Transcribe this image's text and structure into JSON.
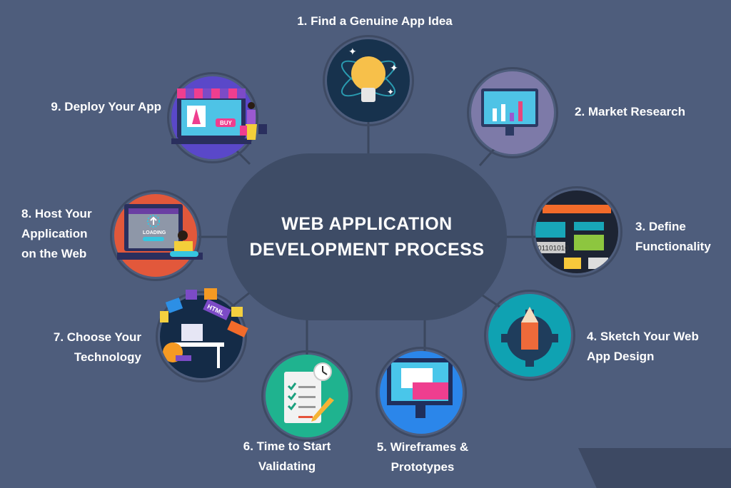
{
  "title": "WEB APPLICATION\nDEVELOPMENT PROCESS",
  "steps": [
    {
      "label": "1. Find a Genuine App Idea",
      "icon": "lightbulb-icon",
      "color": "#17324d"
    },
    {
      "label": "2. Market Research",
      "icon": "presentation-chart-icon",
      "color": "#7d7aa8"
    },
    {
      "label": "3. Define\nFunctionality",
      "icon": "flowchart-icon",
      "color": "#1d2433"
    },
    {
      "label": "4. Sketch Your Web\nApp Design",
      "icon": "pencil-gear-icon",
      "color": "#0fa2b2"
    },
    {
      "label": "5. Wireframes &\nPrototypes",
      "icon": "wireframe-monitor-icon",
      "color": "#2b86ea"
    },
    {
      "label": "6. Time to Start\nValidating",
      "icon": "checklist-clock-icon",
      "color": "#1fb38f"
    },
    {
      "label": "7. Choose Your\nTechnology",
      "icon": "developer-desk-icon",
      "color": "#142b47"
    },
    {
      "label": "8. Host Your\nApplication\non the Web",
      "icon": "laptop-upload-icon",
      "color": "#e2583b"
    },
    {
      "label": "9. Deploy Your App",
      "icon": "online-store-icon",
      "color": "#5a48c9"
    }
  ],
  "icon_text": {
    "buy": "BUY",
    "loading": "LOADING",
    "binary": "01101010",
    "html": "HTML"
  },
  "colors": {
    "background": "#4e5d7c",
    "center": "#3e4c66",
    "line": "#3b475e"
  }
}
